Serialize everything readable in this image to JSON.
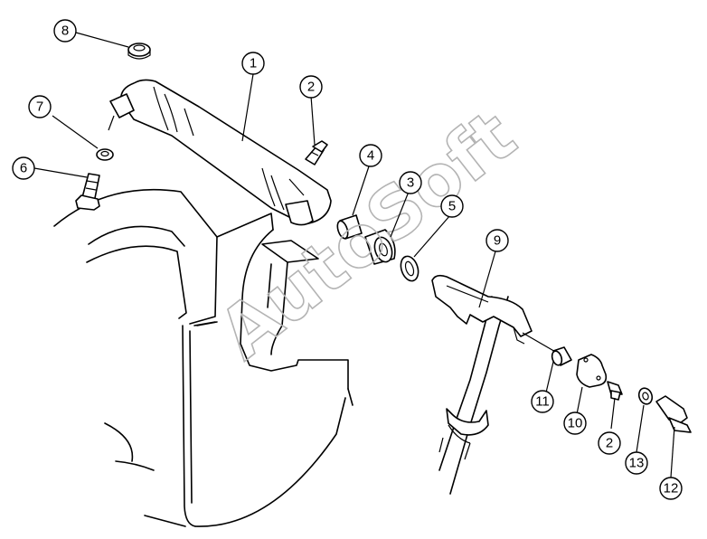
{
  "diagram": {
    "watermark": "AutoSoft",
    "callouts": [
      {
        "id": "c1",
        "label": "1"
      },
      {
        "id": "c2a",
        "label": "2"
      },
      {
        "id": "c3",
        "label": "3"
      },
      {
        "id": "c4",
        "label": "4"
      },
      {
        "id": "c5",
        "label": "5"
      },
      {
        "id": "c6",
        "label": "6"
      },
      {
        "id": "c7",
        "label": "7"
      },
      {
        "id": "c8",
        "label": "8"
      },
      {
        "id": "c9",
        "label": "9"
      },
      {
        "id": "c10",
        "label": "10"
      },
      {
        "id": "c11",
        "label": "11"
      },
      {
        "id": "c2b",
        "label": "2"
      },
      {
        "id": "c12",
        "label": "12"
      },
      {
        "id": "c13",
        "label": "13"
      }
    ]
  }
}
